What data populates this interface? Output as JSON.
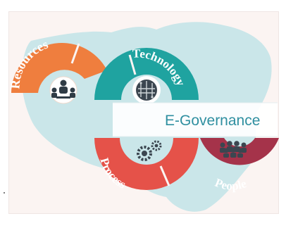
{
  "diagram": {
    "title": "E-Governance",
    "segments": [
      {
        "label": "Resources",
        "color": "#ef7e3e",
        "icon": "people-network-icon"
      },
      {
        "label": "Technology",
        "color": "#1fa3a0",
        "icon": "circuit-globe-icon"
      },
      {
        "label": "Process",
        "color": "#e55249",
        "icon": "gears-icon"
      },
      {
        "label": "People",
        "color": "#a5334a",
        "icon": "crowd-icon"
      }
    ],
    "colors": {
      "map": "#b9e1e6",
      "banner": "#ffffff",
      "title": "#2f8fa0",
      "stage_background": "#fbf4f2"
    }
  }
}
